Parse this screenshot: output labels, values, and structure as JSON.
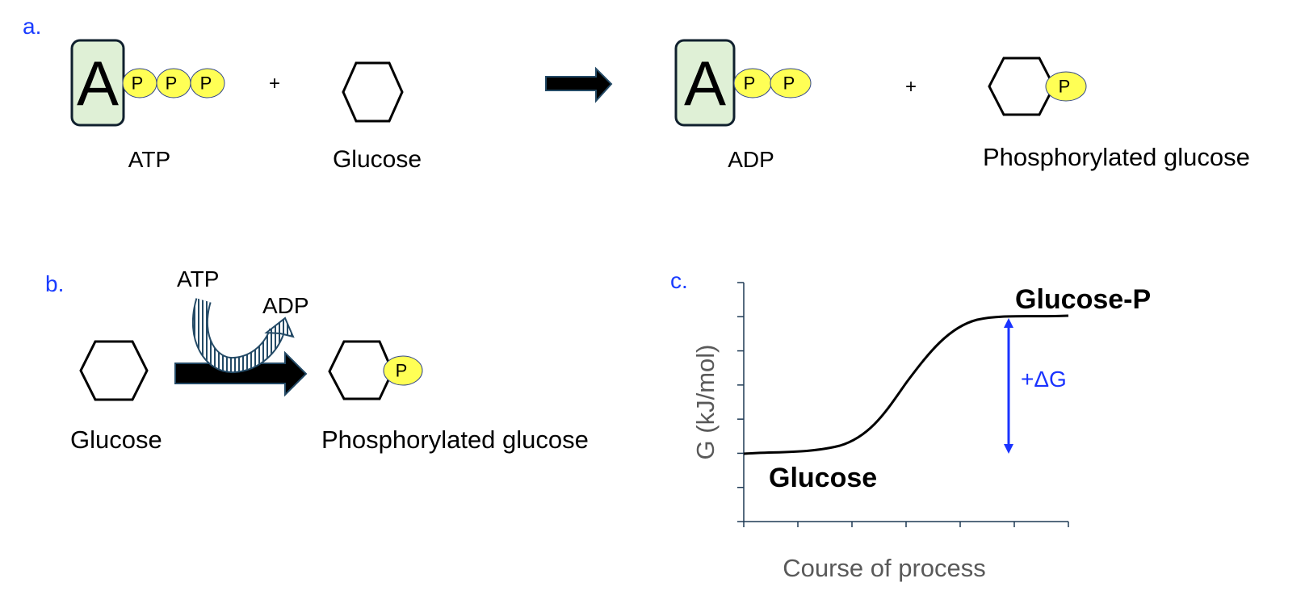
{
  "panel_a": {
    "label": "a.",
    "atp": {
      "letter": "A",
      "phosphates": [
        "P",
        "P",
        "P"
      ],
      "caption": "ATP"
    },
    "plus1": "+",
    "glucose_caption": "Glucose",
    "adp": {
      "letter": "A",
      "phosphates": [
        "P",
        "P"
      ],
      "caption": "ADP"
    },
    "plus2": "+",
    "phospho_glucose": {
      "phosphate": "P",
      "caption": "Phosphorylated glucose"
    }
  },
  "panel_b": {
    "label": "b.",
    "atp_label": "ATP",
    "adp_label": "ADP",
    "glucose_caption": "Glucose",
    "phosphate": "P",
    "product_caption": "Phosphorylated glucose"
  },
  "panel_c": {
    "label": "c.",
    "y_axis_label": "G (kJ/mol)",
    "x_axis_label": "Course of process",
    "start_label": "Glucose",
    "end_label": "Glucose-P",
    "delta_label": "+ΔG"
  },
  "colors": {
    "panel_label": "#1a3cff",
    "delta_arrow": "#1a33ff",
    "phosphate_fill": "#ffff55",
    "adenosine_fill": "#dff0d6"
  }
}
